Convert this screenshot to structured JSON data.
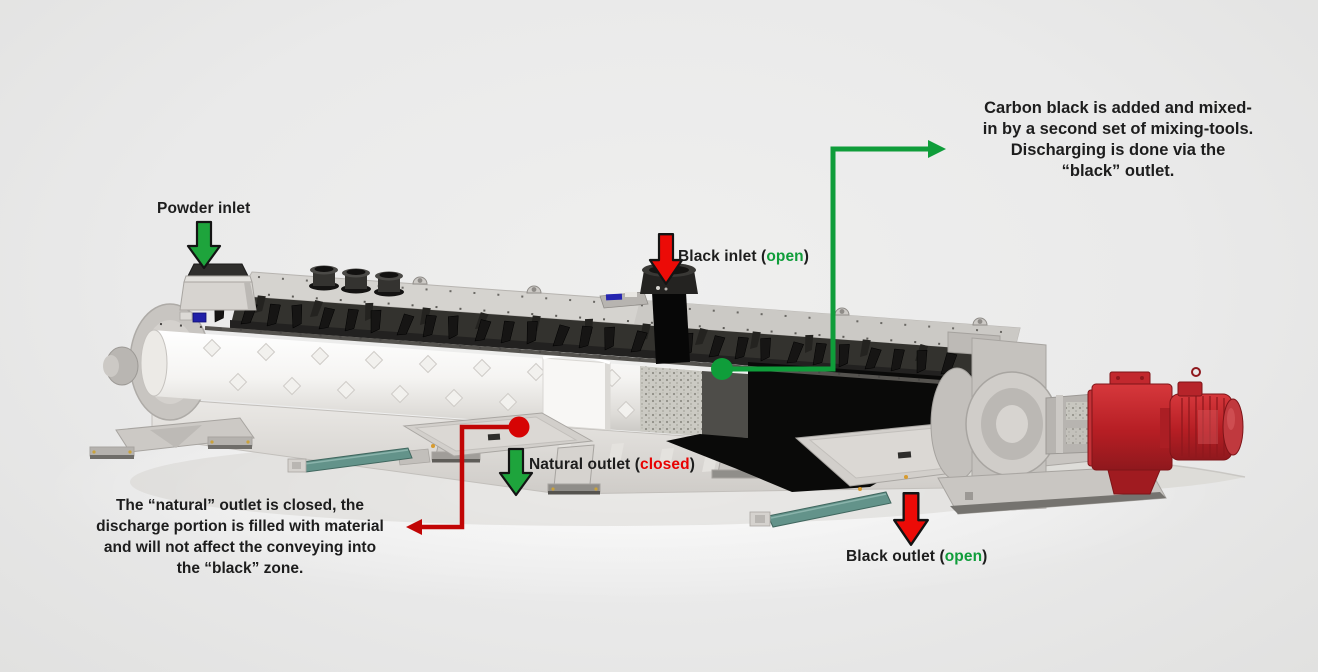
{
  "colors": {
    "background": "#ebebeb",
    "text": "#1d1d1d",
    "green": "#0f9d3a",
    "green-arrow": "#1ea43c",
    "red-arrow": "#ec0b07",
    "red-line": "#c10505",
    "red-dot": "#d60404",
    "red-text": "#e80202"
  },
  "diagram": {
    "labels": {
      "powder_inlet": "Powder inlet",
      "black_inlet": {
        "prefix": "Black inlet (",
        "status": "open",
        "suffix": ")"
      },
      "natural_outlet": {
        "prefix": "Natural outlet (",
        "status": "closed",
        "suffix": ")"
      },
      "black_outlet": {
        "prefix": "Black outlet (",
        "status": "open",
        "suffix": ")"
      }
    },
    "notes": {
      "carbon_black": {
        "lines": [
          "Carbon black is added and mixed-",
          "in by a second set of mixing-tools.",
          "Discharging is done via the",
          "“black” outlet."
        ]
      },
      "natural_closed": {
        "lines": [
          "The “natural” outlet is closed, the",
          "discharge portion is filled with material",
          "and will not affect the conveying into",
          "the “black” zone."
        ]
      }
    }
  }
}
